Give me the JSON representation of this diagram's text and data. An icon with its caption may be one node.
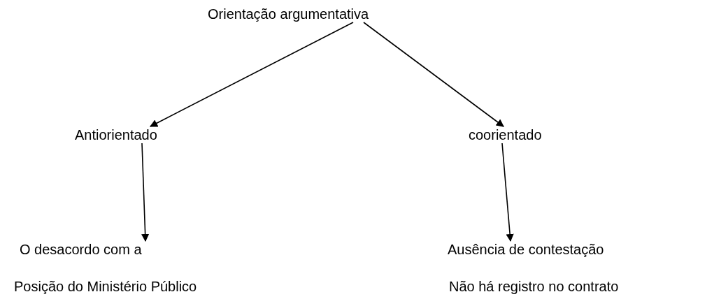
{
  "diagram": {
    "nodes": [
      {
        "text": [
          "Orientação argumentativa"
        ]
      },
      {
        "text": [
          "Antiorientado"
        ]
      },
      {
        "text": [
          "coorientado"
        ]
      },
      {
        "text": [
          "O desacordo com a",
          "Posição do Ministério Público"
        ]
      },
      {
        "text": [
          "Ausência de contestação",
          "Não há registro no contrato"
        ]
      }
    ],
    "edges": [
      {
        "from": 0,
        "to": 1,
        "arrow": "to"
      },
      {
        "from": 0,
        "to": 2,
        "arrow": "to"
      },
      {
        "from": 1,
        "to": 3,
        "arrow": "to"
      },
      {
        "from": 2,
        "to": 4,
        "arrow": "to"
      }
    ]
  }
}
